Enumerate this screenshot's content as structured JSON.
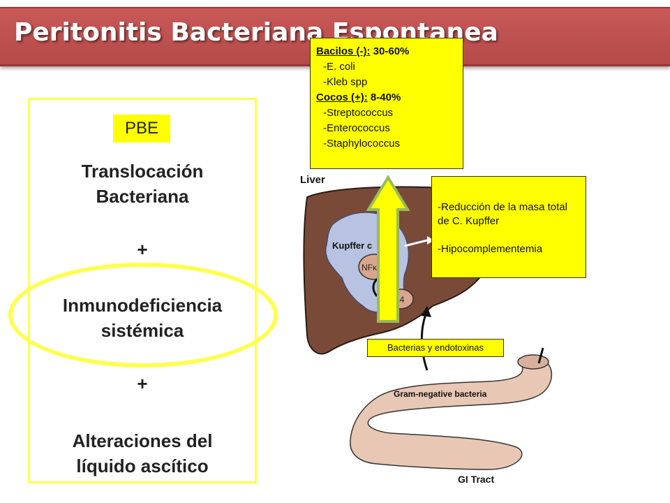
{
  "title": "Peritonitis Bacteriana Espontanea",
  "left_panel": {
    "badge": "PBE",
    "line1": "Translocación",
    "line2": "Bacteriana",
    "plus1": "+",
    "line3": "Inmunodeficiencia",
    "line4": "sistémica",
    "plus2": "+",
    "line5": "Alteraciones del",
    "line6": "líquido ascítico"
  },
  "bacteria_box": {
    "bacilos_label": "Bacilos (-):",
    "bacilos_value": " 30-60%",
    "bacilos_items": [
      "-E. coli",
      "-Kleb spp"
    ],
    "cocos_label": "Cocos (+):",
    "cocos_value": " 8-40%",
    "cocos_items": [
      "-Streptococcus",
      "-Enterococcus",
      "-Staphylococcus"
    ]
  },
  "effects_box": {
    "item1": "-Reducción de la masa total de C. Kupffer",
    "item2": "-Hipocomplementemia"
  },
  "endotoxin_label": "Bacterias y endotoxinas",
  "diagram": {
    "liver_label": "Liver",
    "kupffer_label": "Kupffer c",
    "nfk_label": "NFκ",
    "cd14_label": "14",
    "gram_label": "Gram-negative bacteria",
    "gi_label": "GI Tract"
  },
  "colors": {
    "title_bar": "#c0504d",
    "highlight": "#ffff00",
    "liver": "#7a4a38",
    "kupffer": "#b7c3e0",
    "gut": "#e9c7b5",
    "arrow": "#9bbb59"
  }
}
